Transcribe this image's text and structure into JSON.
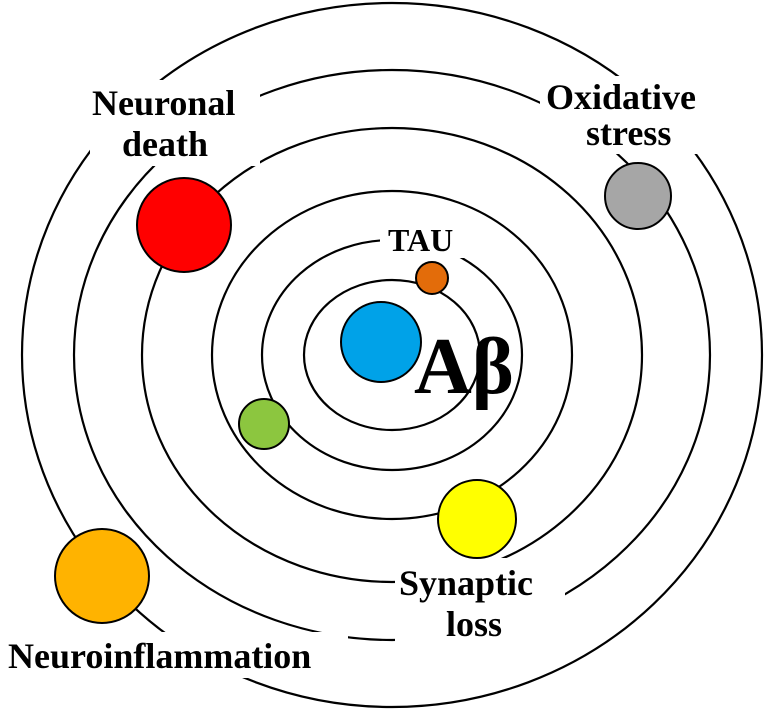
{
  "center": {
    "label": "Aβ",
    "color": "#00A2E8"
  },
  "factors": [
    {
      "id": "tau",
      "line1": "TAU",
      "line2": "",
      "color": "#E36C0A"
    },
    {
      "id": "green",
      "line1": "",
      "line2": "",
      "color": "#8CC63F"
    },
    {
      "id": "synaptic",
      "line1": "Synaptic",
      "line2": "loss",
      "color": "#FFFF00"
    },
    {
      "id": "neuronal",
      "line1": "Neuronal",
      "line2": "death",
      "color": "#FF0000"
    },
    {
      "id": "oxidative",
      "line1": "Oxidative",
      "line2": "stress",
      "color": "#A6A6A6"
    },
    {
      "id": "neuroinflammation",
      "line1": "Neuroinflammation",
      "line2": "",
      "color": "#FFB300"
    }
  ]
}
